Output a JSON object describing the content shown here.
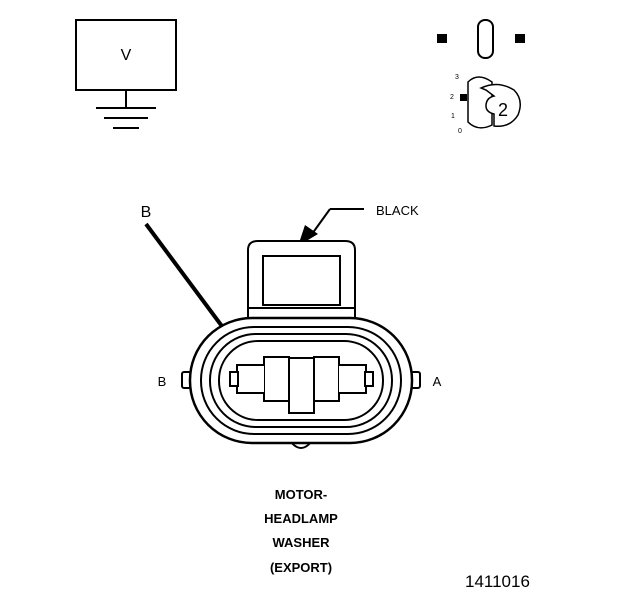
{
  "meter_box": {
    "symbol": "V"
  },
  "terminal_view": {
    "position_numbers": [
      "3",
      "2",
      "1",
      "0"
    ],
    "key_number": "2"
  },
  "connector": {
    "wire_color": "BLACK",
    "callout_letter": "B",
    "left_cavity": "B",
    "right_cavity": "A"
  },
  "caption": {
    "line1": "MOTOR-",
    "line2": "HEADLAMP",
    "line3": "WASHER",
    "line4": "(EXPORT)"
  },
  "figure_number": "1411016"
}
